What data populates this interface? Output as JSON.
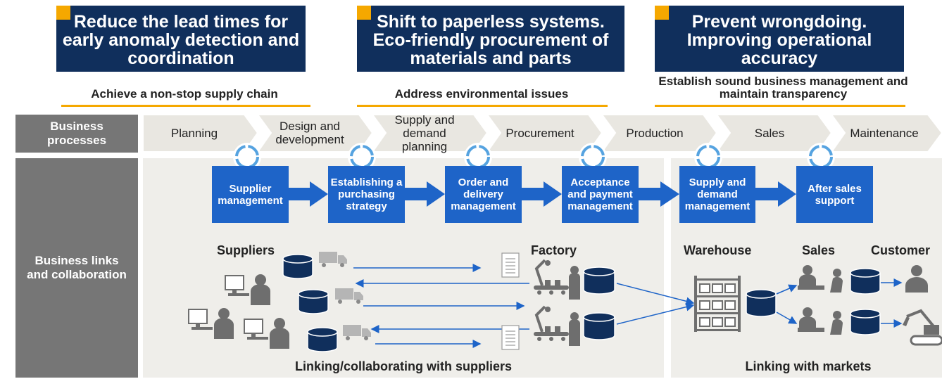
{
  "goals": [
    {
      "title": "Reduce the lead times for early anomaly detection and coordination",
      "subtitle": "Achieve a non-stop supply chain"
    },
    {
      "title": "Shift to paperless systems. Eco-friendly procurement of materials and parts",
      "subtitle": "Address environmental issues"
    },
    {
      "title": "Prevent wrongdoing. Improving operational accuracy",
      "subtitle": "Establish sound business management and maintain transparency"
    }
  ],
  "row_labels": {
    "processes": "Business processes",
    "links": "Business links and collaboration"
  },
  "processes": [
    "Planning",
    "Design and development",
    "Supply and demand planning",
    "Procurement",
    "Production",
    "Sales",
    "Maintenance"
  ],
  "functions": [
    "Supplier management",
    "Establishing a purchasing strategy",
    "Order and delivery management",
    "Acceptance and payment management",
    "Supply and demand management",
    "After sales support"
  ],
  "entities": {
    "suppliers": "Suppliers",
    "factory": "Factory",
    "warehouse": "Warehouse",
    "sales": "Sales",
    "customer": "Customer"
  },
  "captions": {
    "suppliers_link": "Linking/collaborating with suppliers",
    "markets_link": "Linking with markets"
  },
  "colors": {
    "navy": "#102f5c",
    "accent": "#f5a800",
    "blue": "#1e64c8",
    "gray_label": "#767676",
    "panel": "#efeeea",
    "icon_gray": "#6e6e6e"
  }
}
